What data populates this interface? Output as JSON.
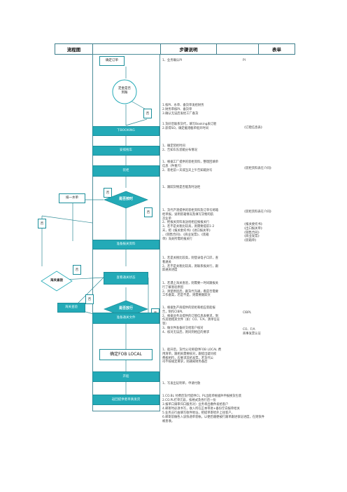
{
  "header": {
    "col1": "流程图",
    "col2": "步骤说明",
    "col3": "表单"
  },
  "nodes": {
    "confirm_order": "确定订单",
    "decide_loading": "定金是否\n到账",
    "no1": "否",
    "booking": "下BOOKING",
    "arrange_truck": "安排拖车",
    "loading": "装柜",
    "yes1": "否",
    "wait": "排一水单",
    "on_time": "是否按时",
    "no2": "否",
    "prepare_docs": "准备报关资料",
    "yes2": "否",
    "check_customs": "查看通关状态",
    "left_no": "否",
    "is_released": "是否放行",
    "customs_check": "海关查验",
    "yes3": "否",
    "no4": "否",
    "cleared": "准备通关文件",
    "confirm_fob": "确定FOB LOCAL",
    "shipping": "开船",
    "after_sales": "返回提供者单真发货"
  },
  "steps": {
    "s1": "1、业务确认PI",
    "s2": "1.按PI、水单、备货单发给财务\n2.财务审核PI、备货单\n3.确认无误后发给工厂备货",
    "s3": "1.货好后联系货代，填写Booking表订舱\n2.获得SO，确定截港截单船开时间",
    "s4": "1、确定装柜时间\n2、告知车队装箱分布情况",
    "s5": "1、根据工厂提供的装柜资料，整理回填单\n信息（件重尺）\n2、装柜前一天或当天上午告知箱封号",
    "s6": "1、跟踪货物是否能及时送柜",
    "s7": "1、货代产港提供的装柜资料及订单号将箱\n柜单报，说明装箱情况及填写货物的航\n次业单\n2、把报关资料发送给相应报报关行\n3、若不是关税比较高，则需要提前1-2\n天，把《报关委托书》《进口报关单》\n、《销售合同》、《商业发票》、《装箱\n单》海关所需的报关行",
    "s8": "1、若是关税比较高，则登录电子口岸，查\n看通关\n2、若不是关税比较高，则联系报关行，跟\n踪通关进度",
    "s9": "1、若遇上海关查验，则需要一时间跟报关\n行了解查验原因\n2、清楚原因后，跟货代沟通，看是否需要\n工作备案，若是不是，则需要跟踪文",
    "s10": "1、根据生产商提供的装柜和相应装船报\n告，制作CIBPL\n2、根据业务员提供的订舱信息表要求，制\n作其他相关文件（如：CO、F/A、清单信证\n等）\n3、做文件准备好交给客户核对\n4、核对无误后，则同到相应的要求",
    "s11": "1、船开后，货代公司将提供FOB LOCAL 费\n用清单，跟相关需要核对，跟提出疑问权\n费板相符，应要求其给发票，若货代公\n司不按规定要求，则通知财务备后",
    "s12": "1、写发出证明单，申请付款",
    "s13": [
      "1.CO.BL 付费后货代提供CI，PL出船单根据PI申报换货包装",
      "2.CO.PL打单元段，按格式及各行后一份",
      "3.报单口调审归口服务对）业务将出缴件发给客户",
      "4.邮寄时必须书写，收入所在正本带进+备份空白报单给关",
      "5.业务员行由填写收件地址，把提单寄给外上往客户。",
      "6.邮寄前做各入该快递单装帐，以便后顺便被行跟单跟进保证进度，在则快件",
      "被查收。"
    ]
  },
  "forms": {
    "f1": "PI",
    "f2": "《订舱信息表》",
    "f3": "《装柜资料表在介间》",
    "f4": "《装柜资料表在介间》",
    "f5": "《报关委托书》\n《出口报关单》\n《销售合同》\n《商业发票》\n《装箱单》",
    "f6": "CIBPL",
    "f7": "CO、F/A\n商事发票认证"
  }
}
